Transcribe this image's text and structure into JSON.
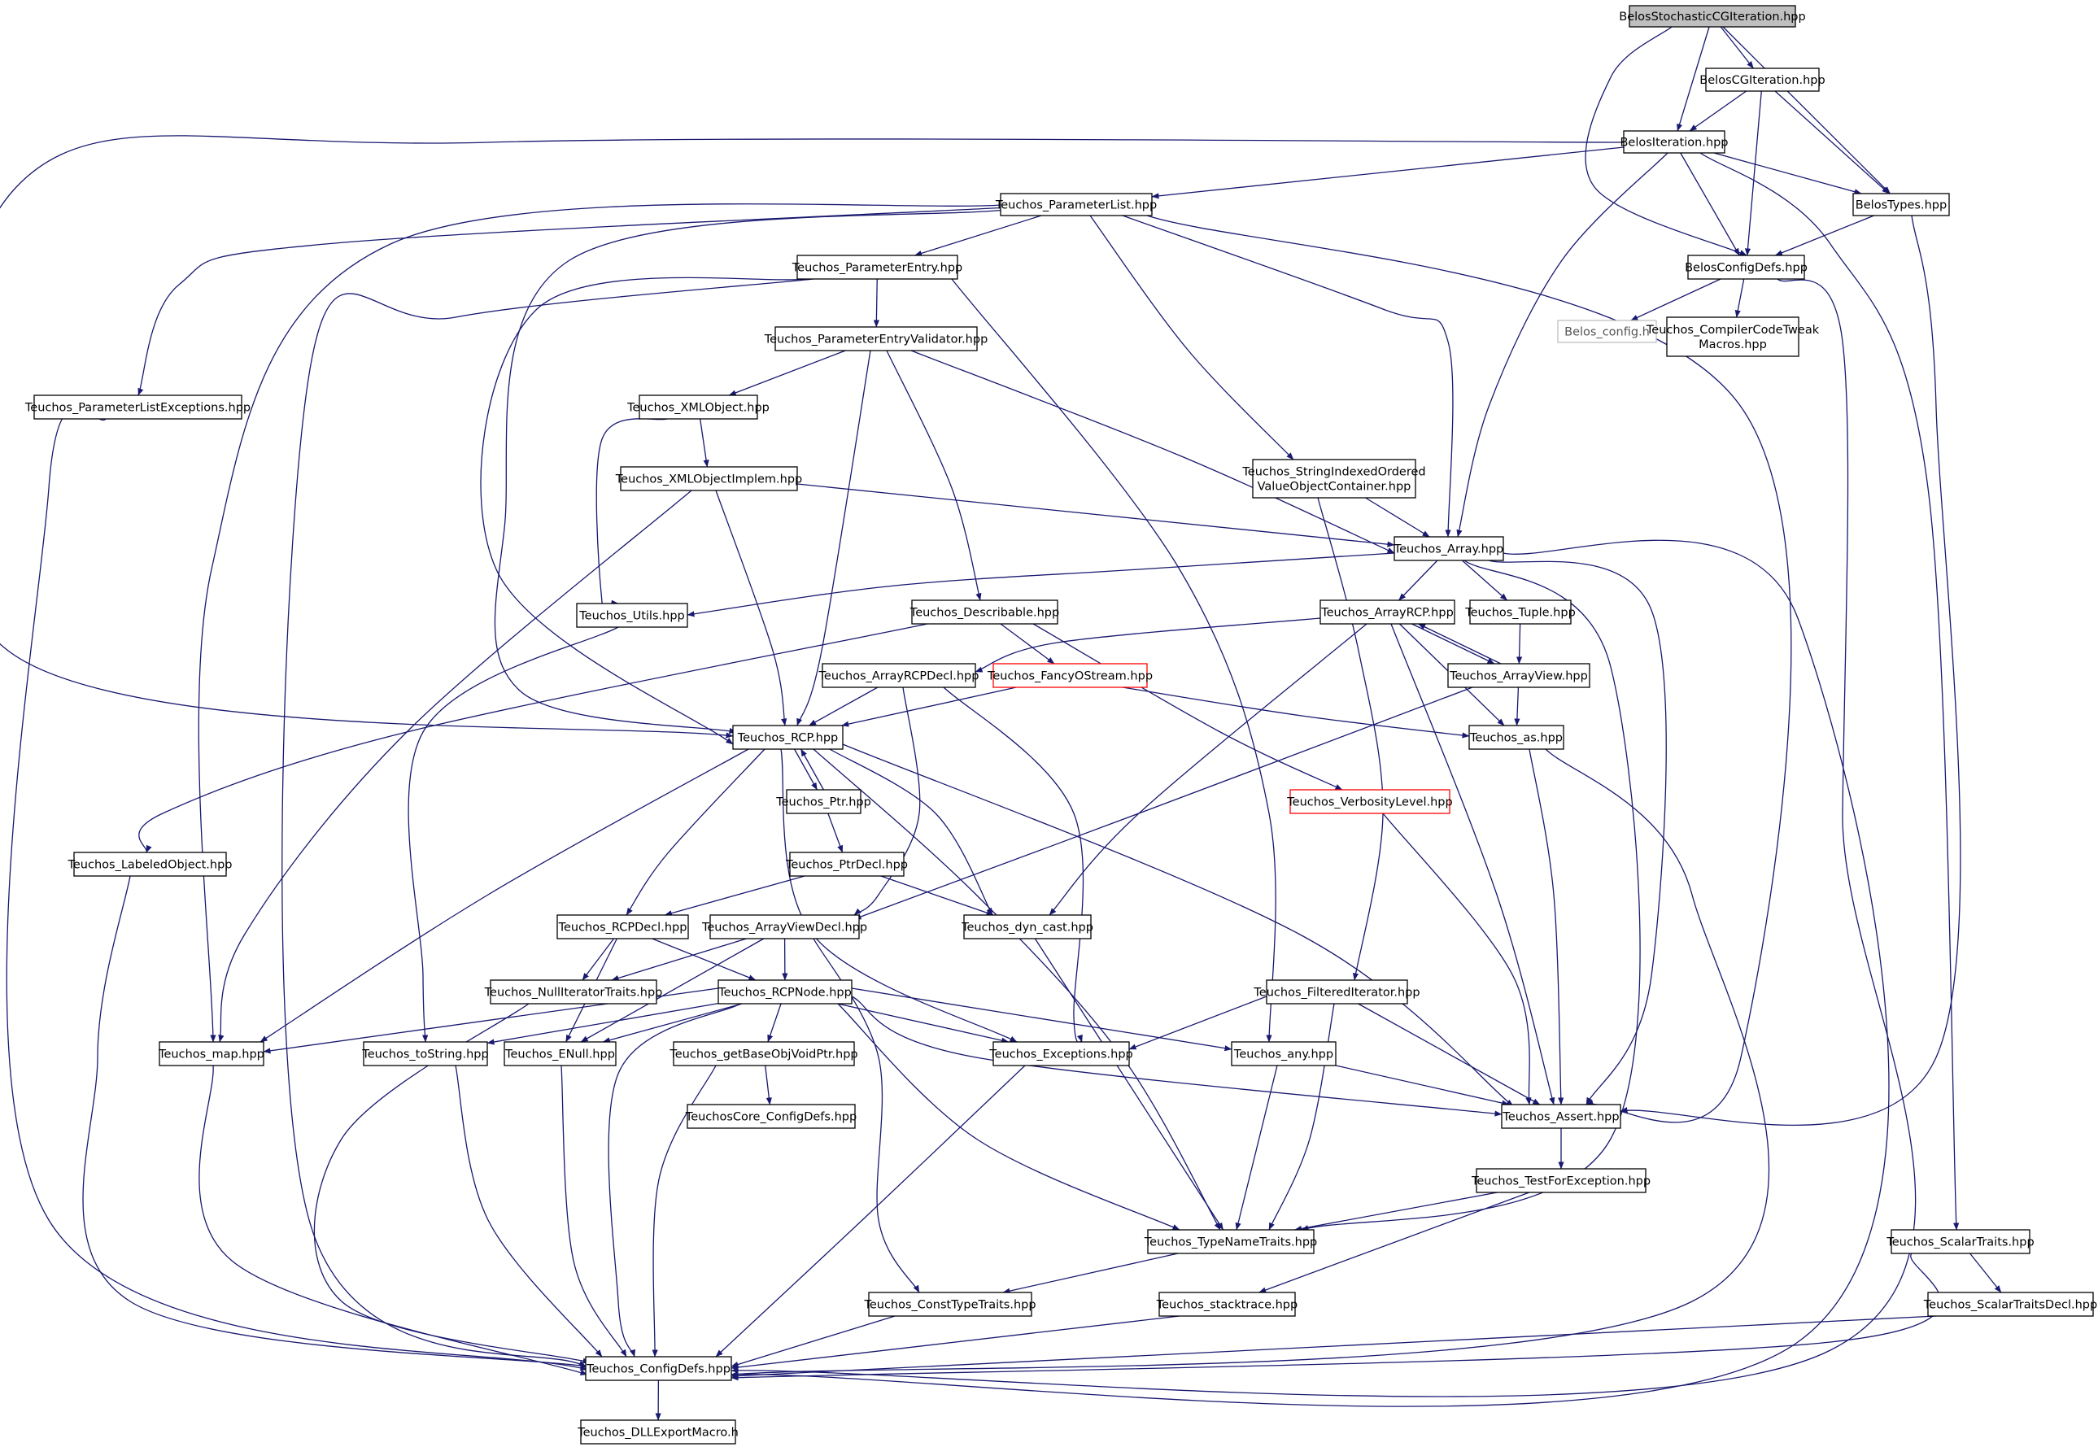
{
  "diagram": {
    "nodes": [
      {
        "id": "stoch",
        "lines": [
          "BelosStochasticCGIteration.hpp"
        ],
        "style": "root"
      },
      {
        "id": "cgit",
        "lines": [
          "BelosCGIteration.hpp"
        ]
      },
      {
        "id": "iter",
        "lines": [
          "BelosIteration.hpp"
        ]
      },
      {
        "id": "types",
        "lines": [
          "BelosTypes.hpp"
        ]
      },
      {
        "id": "plist",
        "lines": [
          "Teuchos_ParameterList.hpp"
        ]
      },
      {
        "id": "cfgdefs",
        "lines": [
          "BelosConfigDefs.hpp"
        ]
      },
      {
        "id": "belcfg",
        "lines": [
          "Belos_config.h"
        ],
        "style": "grey"
      },
      {
        "id": "cctm",
        "lines": [
          "Teuchos_CompilerCodeTweak",
          "Macros.hpp"
        ]
      },
      {
        "id": "pentry",
        "lines": [
          "Teuchos_ParameterEntry.hpp"
        ]
      },
      {
        "id": "pev",
        "lines": [
          "Teuchos_ParameterEntryValidator.hpp"
        ]
      },
      {
        "id": "plex",
        "lines": [
          "Teuchos_ParameterListExceptions.hpp"
        ]
      },
      {
        "id": "xml",
        "lines": [
          "Teuchos_XMLObject.hpp"
        ]
      },
      {
        "id": "xmli",
        "lines": [
          "Teuchos_XMLObjectImplem.hpp"
        ]
      },
      {
        "id": "siovoc",
        "lines": [
          "Teuchos_StringIndexedOrdered",
          "ValueObjectContainer.hpp"
        ]
      },
      {
        "id": "array",
        "lines": [
          "Teuchos_Array.hpp"
        ]
      },
      {
        "id": "utils",
        "lines": [
          "Teuchos_Utils.hpp"
        ]
      },
      {
        "id": "descr",
        "lines": [
          "Teuchos_Describable.hpp"
        ]
      },
      {
        "id": "arcp",
        "lines": [
          "Teuchos_ArrayRCP.hpp"
        ]
      },
      {
        "id": "tuple",
        "lines": [
          "Teuchos_Tuple.hpp"
        ]
      },
      {
        "id": "arcpd",
        "lines": [
          "Teuchos_ArrayRCPDecl.hpp"
        ]
      },
      {
        "id": "fos",
        "lines": [
          "Teuchos_FancyOStream.hpp"
        ],
        "style": "red"
      },
      {
        "id": "aview",
        "lines": [
          "Teuchos_ArrayView.hpp"
        ]
      },
      {
        "id": "rcp",
        "lines": [
          "Teuchos_RCP.hpp"
        ]
      },
      {
        "id": "as",
        "lines": [
          "Teuchos_as.hpp"
        ]
      },
      {
        "id": "ptr",
        "lines": [
          "Teuchos_Ptr.hpp"
        ]
      },
      {
        "id": "verb",
        "lines": [
          "Teuchos_VerbosityLevel.hpp"
        ],
        "style": "red"
      },
      {
        "id": "lobj",
        "lines": [
          "Teuchos_LabeledObject.hpp"
        ]
      },
      {
        "id": "ptrd",
        "lines": [
          "Teuchos_PtrDecl.hpp"
        ]
      },
      {
        "id": "rcpd",
        "lines": [
          "Teuchos_RCPDecl.hpp"
        ]
      },
      {
        "id": "avd",
        "lines": [
          "Teuchos_ArrayViewDecl.hpp"
        ]
      },
      {
        "id": "dyn",
        "lines": [
          "Teuchos_dyn_cast.hpp"
        ]
      },
      {
        "id": "nit",
        "lines": [
          "Teuchos_NullIteratorTraits.hpp"
        ]
      },
      {
        "id": "rcpn",
        "lines": [
          "Teuchos_RCPNode.hpp"
        ]
      },
      {
        "id": "fit",
        "lines": [
          "Teuchos_FilteredIterator.hpp"
        ]
      },
      {
        "id": "map",
        "lines": [
          "Teuchos_map.hpp"
        ]
      },
      {
        "id": "tostr",
        "lines": [
          "Teuchos_toString.hpp"
        ]
      },
      {
        "id": "enull",
        "lines": [
          "Teuchos_ENull.hpp"
        ]
      },
      {
        "id": "gbo",
        "lines": [
          "Teuchos_getBaseObjVoidPtr.hpp"
        ]
      },
      {
        "id": "exc",
        "lines": [
          "Teuchos_Exceptions.hpp"
        ]
      },
      {
        "id": "any",
        "lines": [
          "Teuchos_any.hpp"
        ]
      },
      {
        "id": "assert",
        "lines": [
          "Teuchos_Assert.hpp"
        ]
      },
      {
        "id": "tccd",
        "lines": [
          "TeuchosCore_ConfigDefs.hpp"
        ]
      },
      {
        "id": "tfe",
        "lines": [
          "Teuchos_TestForException.hpp"
        ]
      },
      {
        "id": "tnt",
        "lines": [
          "Teuchos_TypeNameTraits.hpp"
        ]
      },
      {
        "id": "st",
        "lines": [
          "Teuchos_ScalarTraits.hpp"
        ]
      },
      {
        "id": "ctt",
        "lines": [
          "Teuchos_ConstTypeTraits.hpp"
        ]
      },
      {
        "id": "stack",
        "lines": [
          "Teuchos_stacktrace.hpp"
        ]
      },
      {
        "id": "std",
        "lines": [
          "Teuchos_ScalarTraitsDecl.hpp"
        ]
      },
      {
        "id": "tcd",
        "lines": [
          "Teuchos_ConfigDefs.hpp"
        ]
      },
      {
        "id": "dll",
        "lines": [
          "Teuchos_DLLExportMacro.h"
        ]
      }
    ],
    "edges": [
      [
        "stoch",
        "cgit"
      ],
      [
        "stoch",
        "iter"
      ],
      [
        "stoch",
        "types"
      ],
      [
        "stoch",
        "cfgdefs"
      ],
      [
        "cgit",
        "iter"
      ],
      [
        "cgit",
        "types"
      ],
      [
        "cgit",
        "cfgdefs"
      ],
      [
        "iter",
        "types"
      ],
      [
        "iter",
        "plist"
      ],
      [
        "iter",
        "cfgdefs"
      ],
      [
        "iter",
        "array"
      ],
      [
        "iter",
        "rcp"
      ],
      [
        "iter",
        "st"
      ],
      [
        "types",
        "cfgdefs"
      ],
      [
        "types",
        "assert"
      ],
      [
        "cfgdefs",
        "belcfg"
      ],
      [
        "cfgdefs",
        "cctm"
      ],
      [
        "cfgdefs",
        "tcd"
      ],
      [
        "plist",
        "pentry"
      ],
      [
        "plist",
        "plex"
      ],
      [
        "plist",
        "siovoc"
      ],
      [
        "plist",
        "array"
      ],
      [
        "plist",
        "map"
      ],
      [
        "plist",
        "rcp"
      ],
      [
        "plist",
        "assert"
      ],
      [
        "pentry",
        "pev"
      ],
      [
        "pentry",
        "any"
      ],
      [
        "pentry",
        "rcp"
      ],
      [
        "pentry",
        "tcd"
      ],
      [
        "pev",
        "xml"
      ],
      [
        "pev",
        "descr"
      ],
      [
        "pev",
        "rcp"
      ],
      [
        "pev",
        "array"
      ],
      [
        "plex",
        "tcd"
      ],
      [
        "xml",
        "xmli"
      ],
      [
        "xml",
        "utils"
      ],
      [
        "xmli",
        "array"
      ],
      [
        "xmli",
        "rcp"
      ],
      [
        "xmli",
        "map"
      ],
      [
        "siovoc",
        "array"
      ],
      [
        "siovoc",
        "fit"
      ],
      [
        "array",
        "utils"
      ],
      [
        "array",
        "arcp"
      ],
      [
        "array",
        "tuple"
      ],
      [
        "array",
        "assert"
      ],
      [
        "array",
        "tnt"
      ],
      [
        "array",
        "tcd"
      ],
      [
        "utils",
        "tostr"
      ],
      [
        "descr",
        "fos"
      ],
      [
        "descr",
        "lobj"
      ],
      [
        "descr",
        "verb"
      ],
      [
        "arcp",
        "arcpd"
      ],
      [
        "arcp",
        "aview"
      ],
      [
        "arcp",
        "as"
      ],
      [
        "arcp",
        "dyn"
      ],
      [
        "arcp",
        "assert"
      ],
      [
        "tuple",
        "aview"
      ],
      [
        "aview",
        "arcp"
      ],
      [
        "aview",
        "as"
      ],
      [
        "aview",
        "avd"
      ],
      [
        "arcpd",
        "rcp"
      ],
      [
        "arcpd",
        "exc"
      ],
      [
        "arcpd",
        "avd"
      ],
      [
        "fos",
        "rcp"
      ],
      [
        "fos",
        "as"
      ],
      [
        "rcp",
        "ptr"
      ],
      [
        "rcp",
        "rcpd"
      ],
      [
        "rcp",
        "dyn"
      ],
      [
        "rcp",
        "map"
      ],
      [
        "rcp",
        "exc"
      ],
      [
        "rcp",
        "assert"
      ],
      [
        "rcp",
        "tnt"
      ],
      [
        "ptr",
        "rcp"
      ],
      [
        "ptr",
        "ptrd"
      ],
      [
        "ptrd",
        "rcpd"
      ],
      [
        "ptrd",
        "dyn"
      ],
      [
        "as",
        "assert"
      ],
      [
        "as",
        "tcd"
      ],
      [
        "verb",
        "assert"
      ],
      [
        "lobj",
        "tcd"
      ],
      [
        "rcpd",
        "nit"
      ],
      [
        "rcpd",
        "rcpn"
      ],
      [
        "rcpd",
        "enull"
      ],
      [
        "avd",
        "nit"
      ],
      [
        "avd",
        "rcpn"
      ],
      [
        "avd",
        "enull"
      ],
      [
        "avd",
        "ctt"
      ],
      [
        "dyn",
        "tnt"
      ],
      [
        "nit",
        "tcd"
      ],
      [
        "rcpn",
        "map"
      ],
      [
        "rcpn",
        "tostr"
      ],
      [
        "rcpn",
        "enull"
      ],
      [
        "rcpn",
        "gbo"
      ],
      [
        "rcpn",
        "exc"
      ],
      [
        "rcpn",
        "any"
      ],
      [
        "rcpn",
        "assert"
      ],
      [
        "rcpn",
        "tnt"
      ],
      [
        "rcpn",
        "tcd"
      ],
      [
        "fit",
        "exc"
      ],
      [
        "fit",
        "assert"
      ],
      [
        "fit",
        "tnt"
      ],
      [
        "map",
        "tcd"
      ],
      [
        "tostr",
        "tcd"
      ],
      [
        "enull",
        "tcd"
      ],
      [
        "gbo",
        "tccd"
      ],
      [
        "gbo",
        "tcd"
      ],
      [
        "exc",
        "tcd"
      ],
      [
        "any",
        "assert"
      ],
      [
        "any",
        "tnt"
      ],
      [
        "assert",
        "tfe"
      ],
      [
        "tfe",
        "tnt"
      ],
      [
        "tfe",
        "stack"
      ],
      [
        "tnt",
        "ctt"
      ],
      [
        "st",
        "std"
      ],
      [
        "st",
        "tcd"
      ],
      [
        "ctt",
        "tcd"
      ],
      [
        "stack",
        "tcd"
      ],
      [
        "std",
        "tcd"
      ],
      [
        "tcd",
        "dll"
      ]
    ]
  }
}
